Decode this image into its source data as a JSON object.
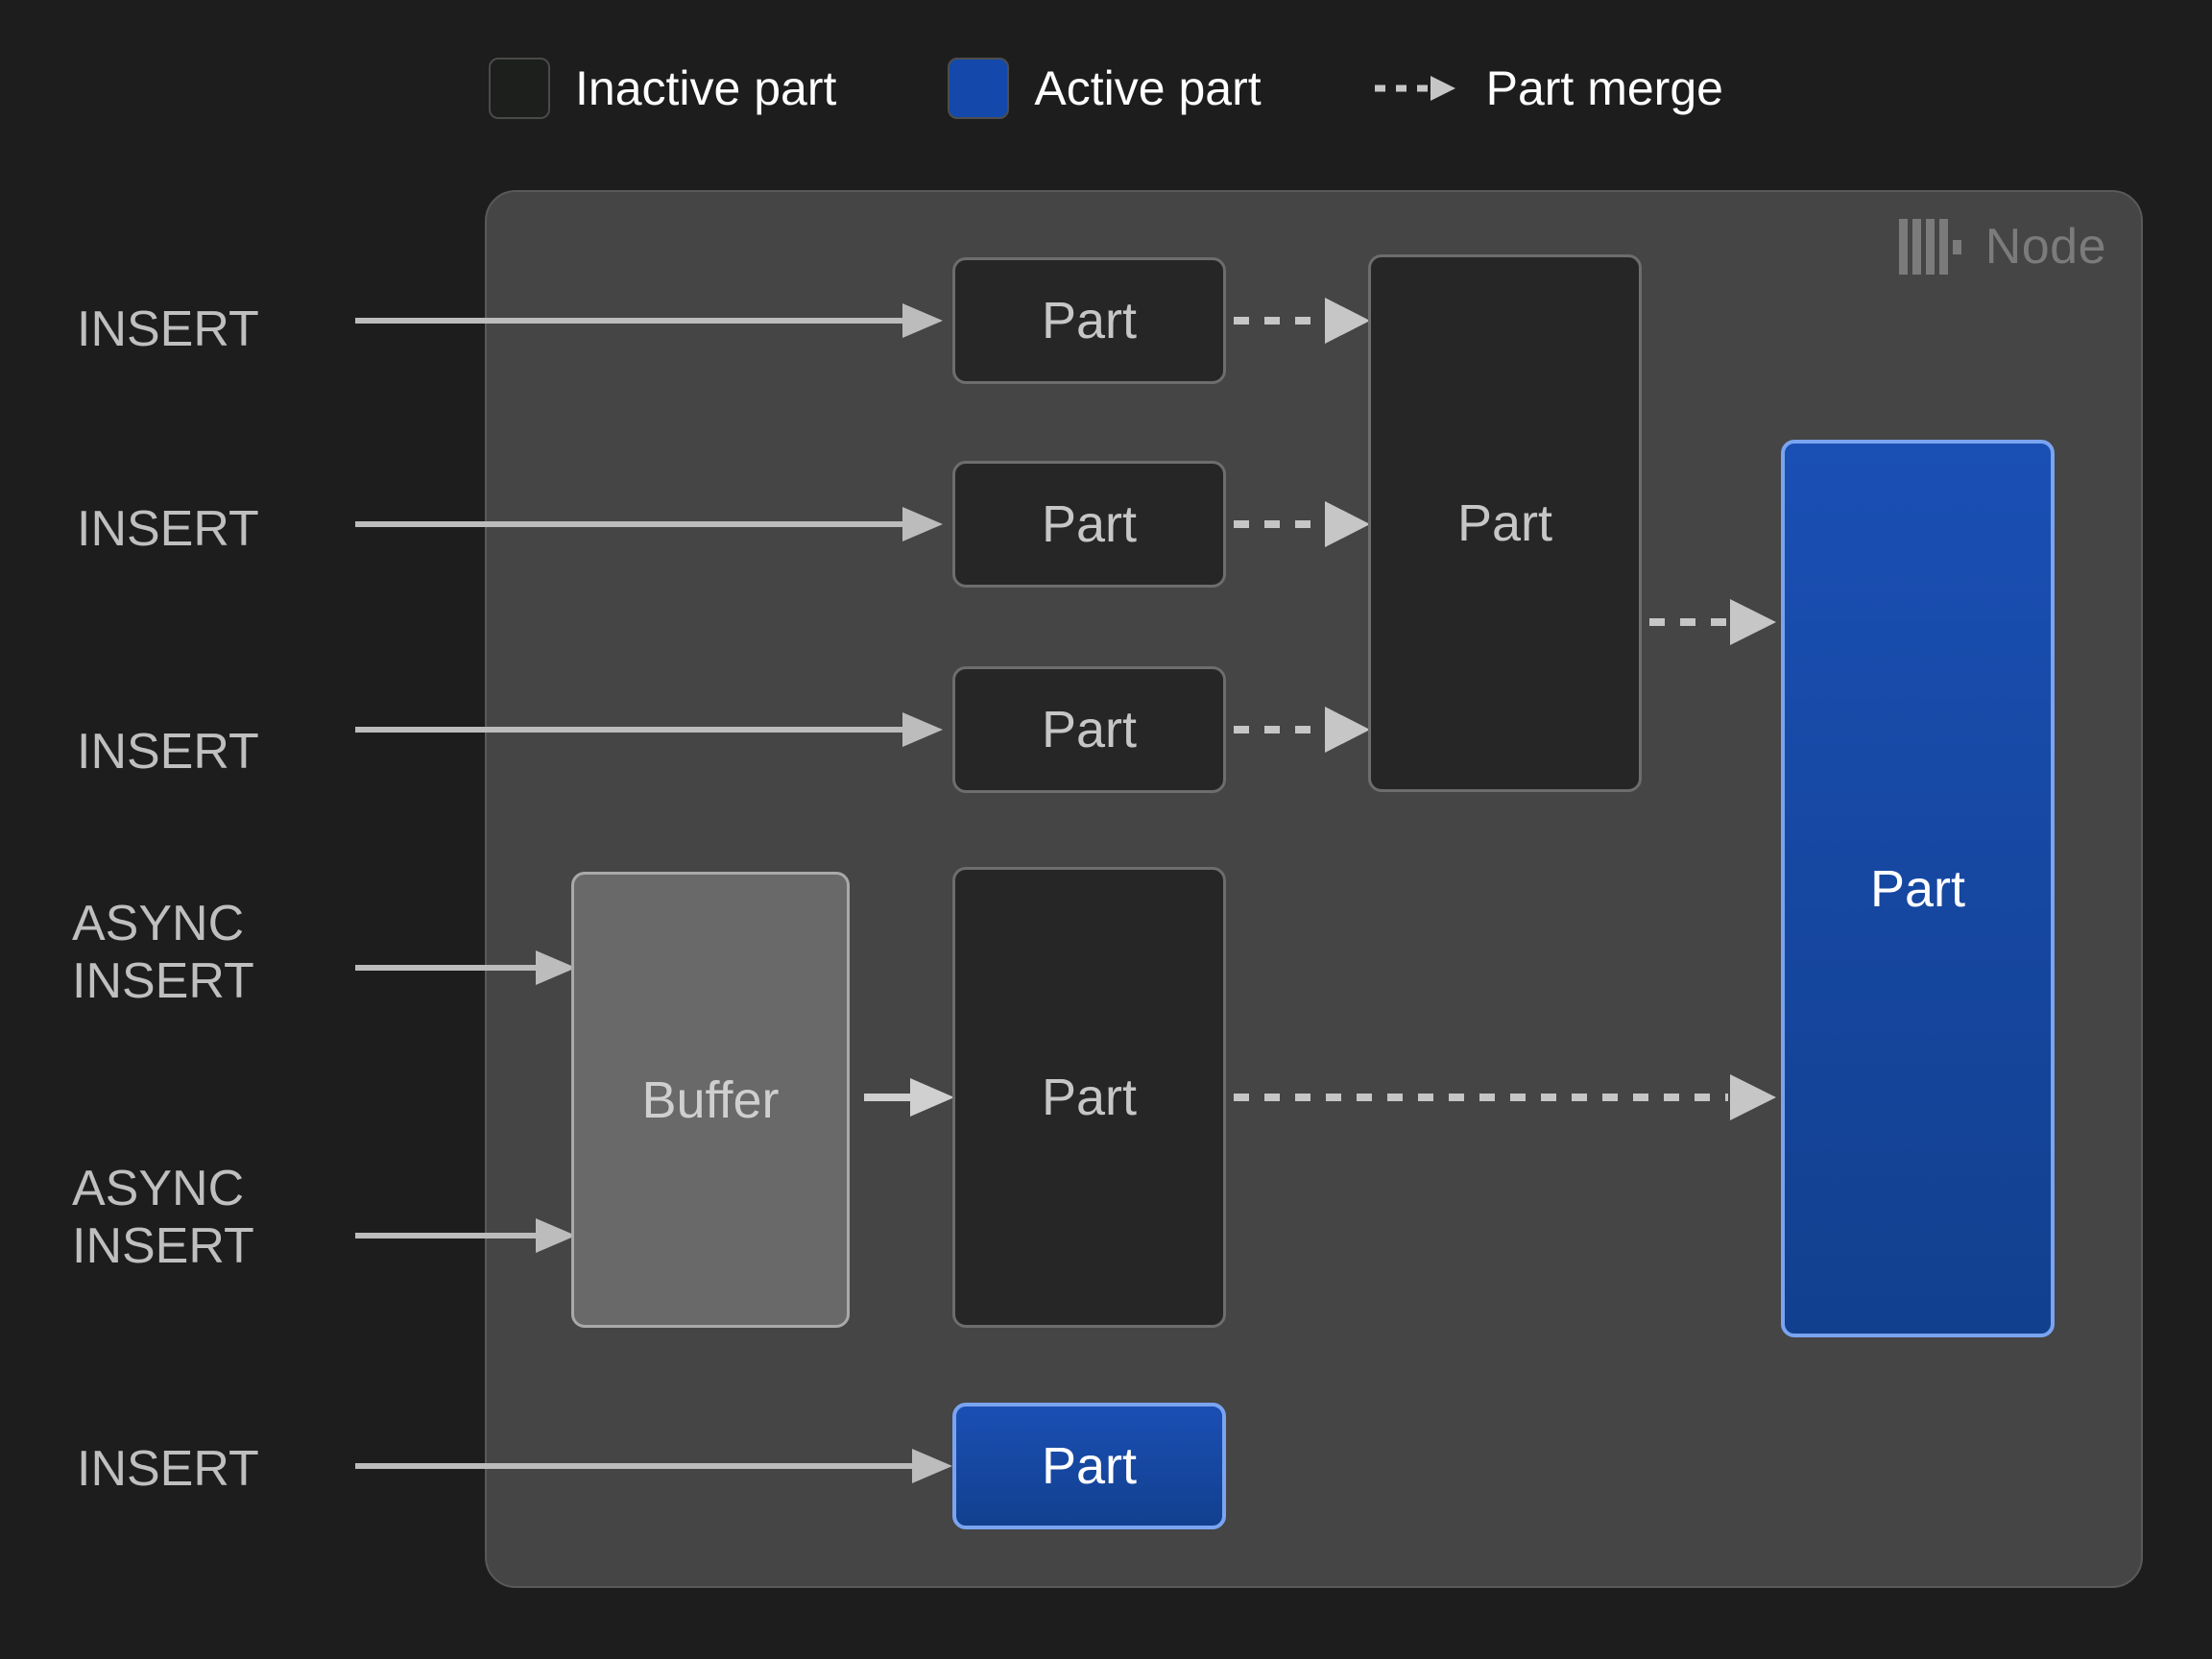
{
  "legend": {
    "items": [
      {
        "id": "inactive-part",
        "label": "Inactive part",
        "swatch": "inactive",
        "color": "#1d1f1c"
      },
      {
        "id": "active-part",
        "label": "Active part",
        "swatch": "active",
        "color": "#1449ab"
      },
      {
        "id": "part-merge",
        "label": "Part merge",
        "swatch": "dashed-arrow",
        "color": "#c6c6c6"
      }
    ]
  },
  "node": {
    "title": "Node",
    "icon": "clickhouse-logo-icon",
    "background": "#454545",
    "border": "#595959"
  },
  "sources": [
    {
      "id": "insert-1",
      "label": "INSERT"
    },
    {
      "id": "insert-2",
      "label": "INSERT"
    },
    {
      "id": "insert-3",
      "label": "INSERT"
    },
    {
      "id": "async-insert-1",
      "label": "ASYNC\nINSERT"
    },
    {
      "id": "async-insert-2",
      "label": "ASYNC\nINSERT"
    },
    {
      "id": "insert-4",
      "label": "INSERT"
    }
  ],
  "parts": [
    {
      "id": "part-row-1",
      "label": "Part",
      "state": "inactive"
    },
    {
      "id": "part-row-2",
      "label": "Part",
      "state": "inactive"
    },
    {
      "id": "part-row-3",
      "label": "Part",
      "state": "inactive"
    },
    {
      "id": "part-merged-tall",
      "label": "Part",
      "state": "inactive"
    },
    {
      "id": "buffer",
      "label": "Buffer",
      "state": "buffer"
    },
    {
      "id": "part-from-buffer",
      "label": "Part",
      "state": "inactive"
    },
    {
      "id": "part-active-large",
      "label": "Part",
      "state": "active"
    },
    {
      "id": "part-active-small",
      "label": "Part",
      "state": "active"
    }
  ],
  "colors": {
    "page_background": "#1d1d1d",
    "node_background": "#454545",
    "inactive_part_fill": "#262626",
    "inactive_part_border": "#6d6d6d",
    "active_part_fill": "#1449ab",
    "active_part_border": "#7aa4f0",
    "buffer_fill": "#696969",
    "arrow": "#c6c6c6",
    "label_text": "#bfbfbf",
    "legend_text": "#ffffff",
    "node_title_text": "#7b7b7b"
  }
}
